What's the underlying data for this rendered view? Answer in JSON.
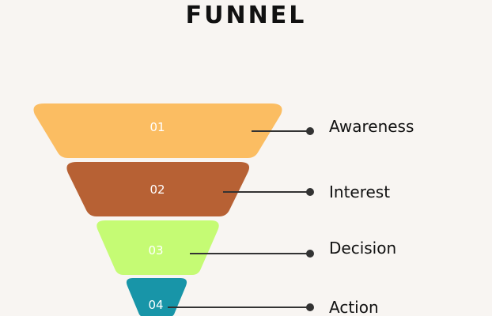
{
  "title": "FUNNEL",
  "stages": [
    {
      "number": "01",
      "label": "Awareness",
      "color": "#fbbd62"
    },
    {
      "number": "02",
      "label": "Interest",
      "color": "#b76134"
    },
    {
      "number": "03",
      "label": "Decision",
      "color": "#c5fb74"
    },
    {
      "number": "04",
      "label": "Action",
      "color": "#1895a8"
    }
  ],
  "colors": {
    "text": "#111111",
    "stage_number": "#ffffff",
    "connector": "#333333",
    "background": "#f8f5f2"
  }
}
